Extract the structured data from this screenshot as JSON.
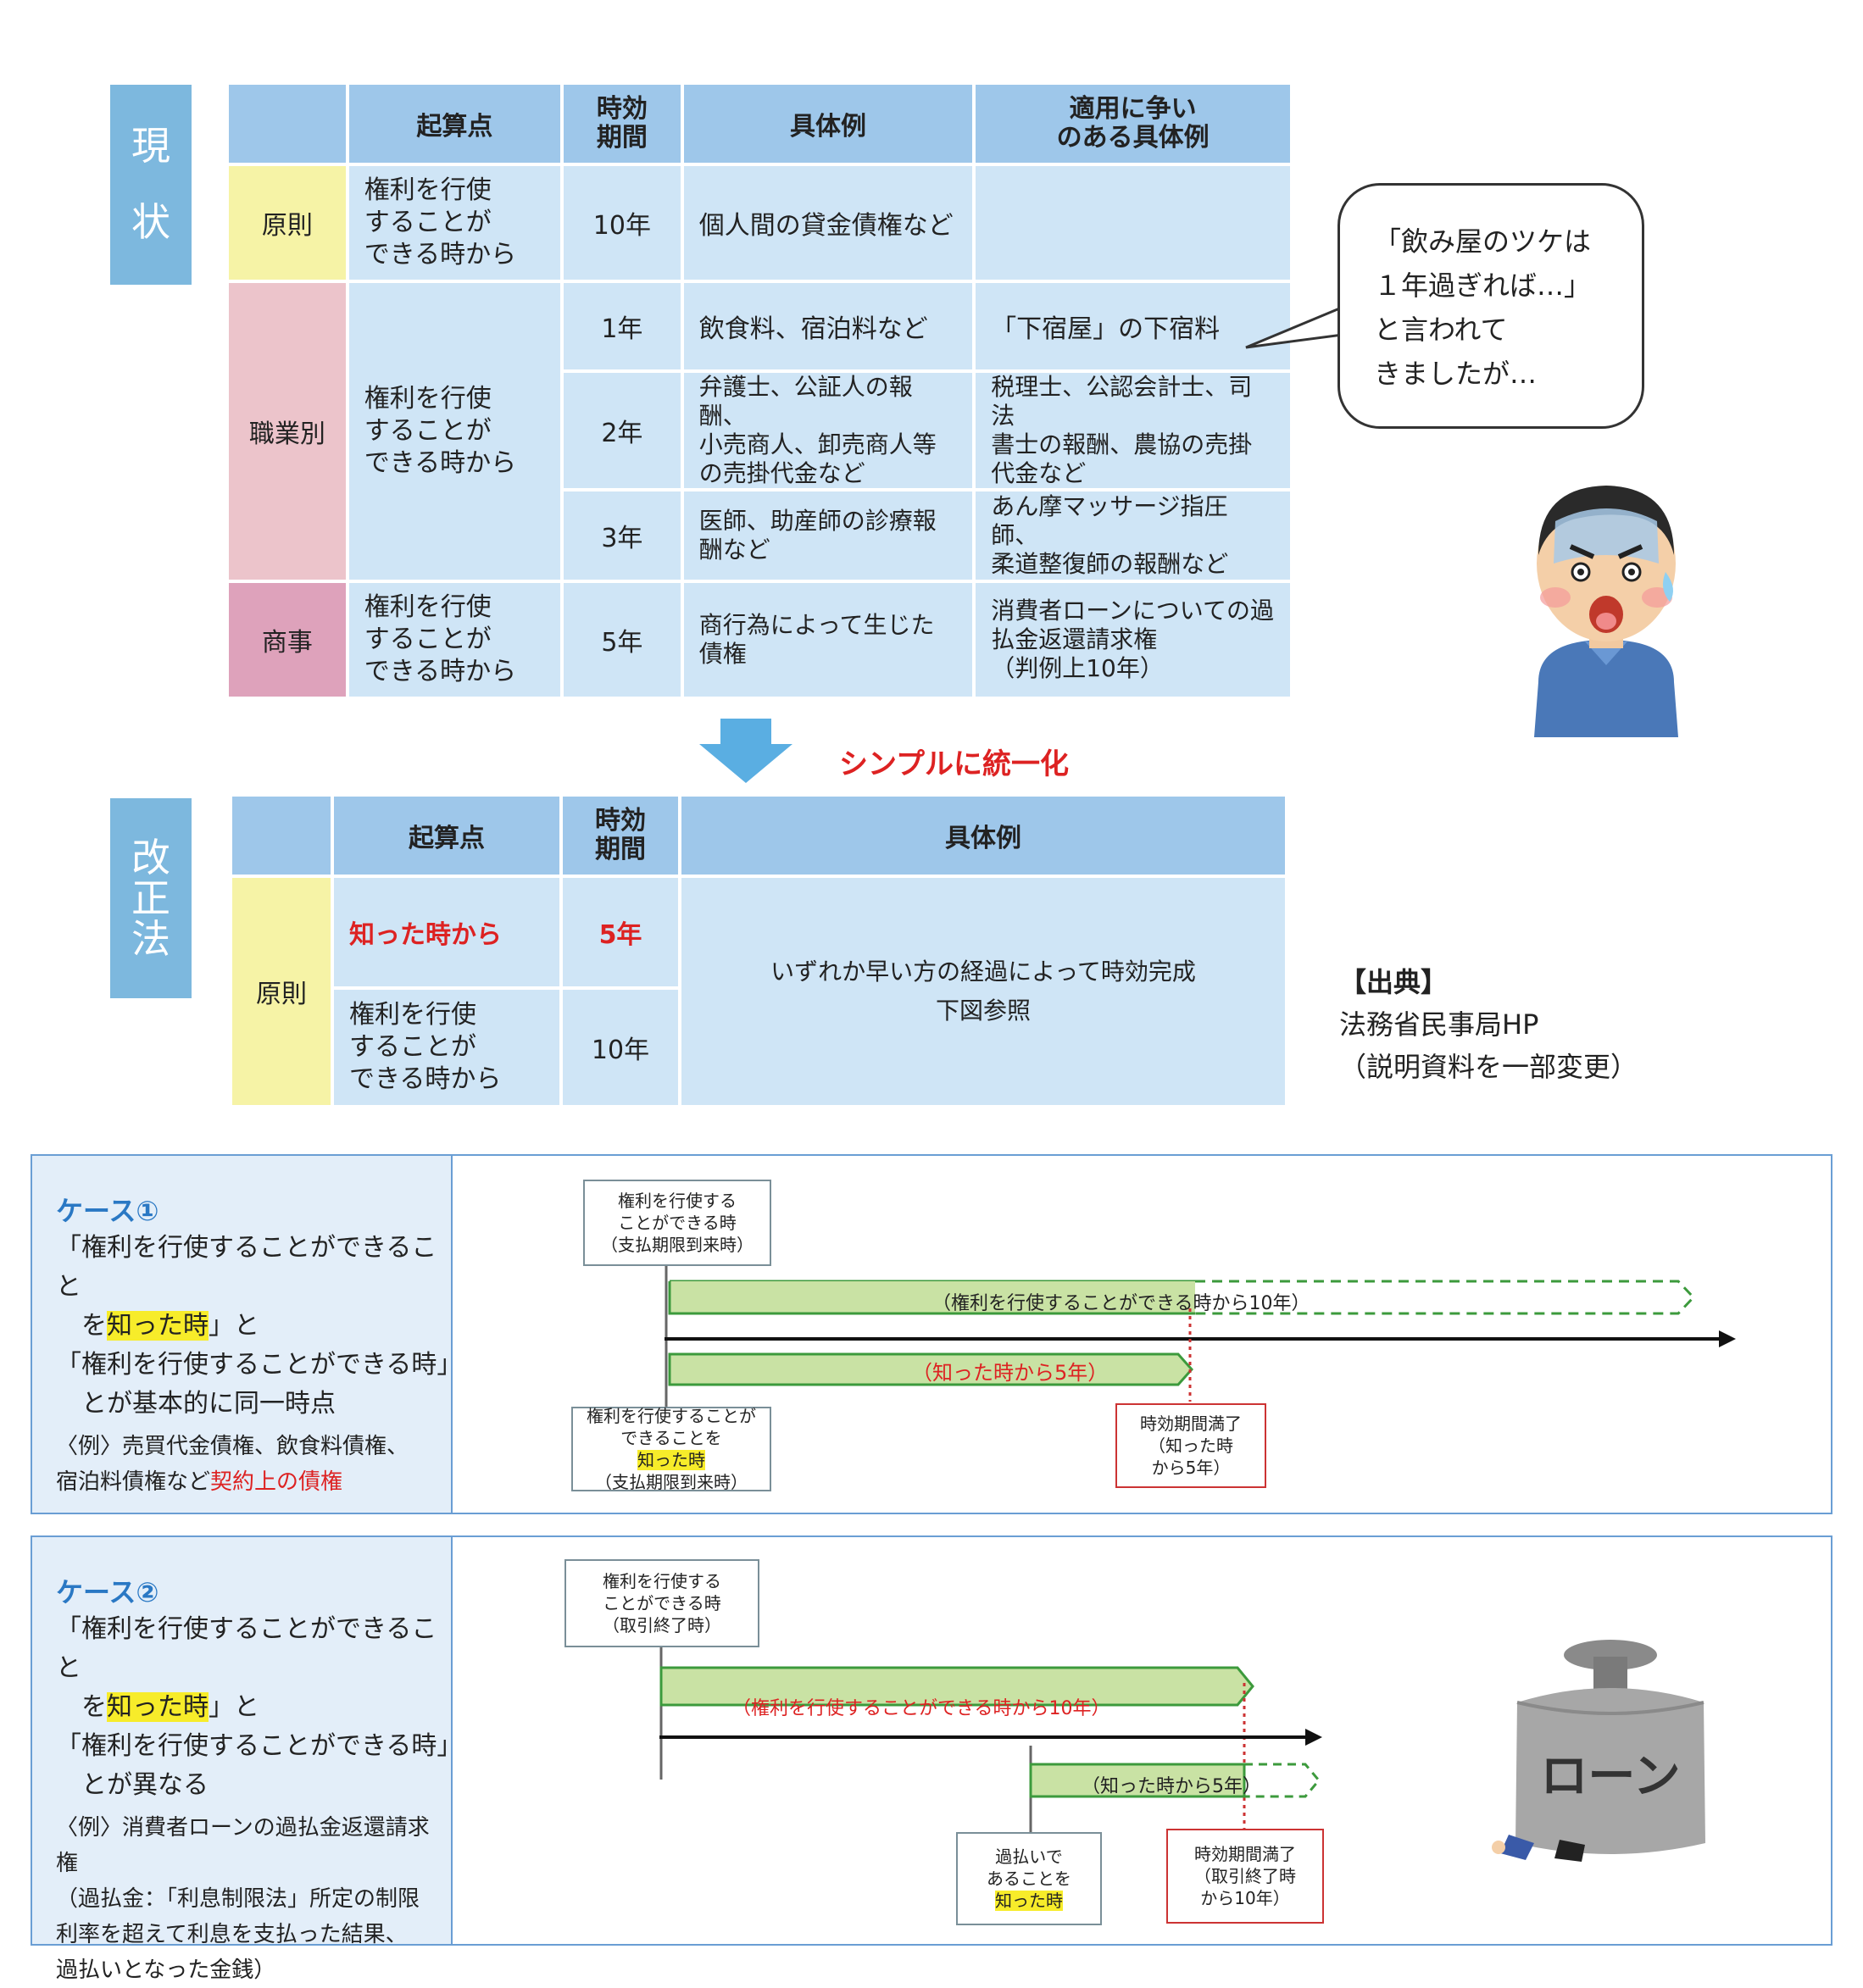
{
  "current": {
    "label_chars": [
      "現",
      "状"
    ],
    "headers": [
      "",
      "起算点",
      "時効\n期間",
      "具体例",
      "適用に争い\nのある具体例"
    ],
    "rows": {
      "gensoku": {
        "category": "原則",
        "start": "権利を行使\nすることが\nできる時から",
        "period": "10年",
        "example": "個人間の貸金債権など",
        "disputed": ""
      },
      "shokugyo": {
        "category": "職業別",
        "start": "権利を行使\nすることが\nできる時から",
        "sub": [
          {
            "period": "1年",
            "example": "飲食料、宿泊料など",
            "disputed": "「下宿屋」の下宿料"
          },
          {
            "period": "2年",
            "example": "弁護士、公証人の報酬、\n小売商人、卸売商人等\nの売掛代金など",
            "disputed": "税理士、公認会計士、司法\n書士の報酬、農協の売掛\n代金など"
          },
          {
            "period": "3年",
            "example": "医師、助産師の診療報\n酬など",
            "disputed": "あん摩マッサージ指圧師、\n柔道整復師の報酬など"
          }
        ]
      },
      "shoji": {
        "category": "商事",
        "start": "権利を行使\nすることが\nできる時から",
        "period": "5年",
        "example": "商行為によって生じた\n債権",
        "disputed": "消費者ローンについての過\n払金返還請求権\n（判例上10年）"
      }
    }
  },
  "arrow_label": "シンプルに統一化",
  "bubble": "「飲み屋のツケは\n１年過ぎれば…」\n と言われて\n きましたが…",
  "revised": {
    "label_chars": [
      "改",
      "正",
      "法"
    ],
    "headers": [
      "",
      "起算点",
      "時効\n期間",
      "具体例"
    ],
    "category": "原則",
    "row1": {
      "start": "知った時から",
      "period": "5年"
    },
    "row2": {
      "start": "権利を行使\nすることが\nできる時から",
      "period": "10年"
    },
    "example": "いずれか早い方の経過によって時効完成\n下図参照"
  },
  "source": {
    "title": "【出典】",
    "line1": "法務省民事局HP",
    "line2": "（説明資料を一部変更）"
  },
  "case1": {
    "title": "ケース①",
    "line1": "「権利を行使することができること",
    "line2_pre": "　を",
    "line2_hl": "知った時",
    "line2_post": "」と",
    "line3": "「権利を行使することができる時」",
    "line4": "　とが基本的に同一時点",
    "ex1": "〈例〉売買代金債権、飲食料債権、",
    "ex2_pre": "宿泊料債権など",
    "ex2_red": "契約上の債権",
    "box_top": "権利を行使する\nことができる時\n（支払期限到来時）",
    "bar_top": "（権利を行使することができる時から10年）",
    "bar_bottom": "（知った時から5年）",
    "box_bottom_pre": "権利を行使することが\nできることを",
    "box_bottom_hl": "知った時",
    "box_bottom_post": "（支払期限到来時）",
    "box_end": "時効期間満了\n（知った時\nから5年）"
  },
  "case2": {
    "title": "ケース②",
    "line1": "「権利を行使することができること",
    "line2_pre": "　を",
    "line2_hl": "知った時",
    "line2_post": "」と",
    "line3": "「権利を行使することができる時」",
    "line4": "　とが異なる",
    "ex1": "〈例〉消費者ローンの過払金返還請求権",
    "ex2": "（過払金：「利息制限法」所定の制限",
    "ex3": "利率を超えて利息を支払った結果、",
    "ex4": "過払いとなった金銭）",
    "box_top": "権利を行使する\nことができる時\n（取引終了時）",
    "bar_top": "（権利を行使することができる時から10年）",
    "bar_bottom": "（知った時から5年）",
    "box_know_pre": "過払いで\nあることを",
    "box_know_hl": "知った時",
    "box_end": "時効期間満了\n（取引終了時\nから10年）",
    "weight_label": "ローン"
  },
  "colors": {
    "header": "#9ec7ea",
    "cell": "#cfe5f6",
    "label": "#7db8de",
    "bar": "#c9e2a4",
    "bar_border": "#3c9a3c",
    "red": "#d22222"
  }
}
